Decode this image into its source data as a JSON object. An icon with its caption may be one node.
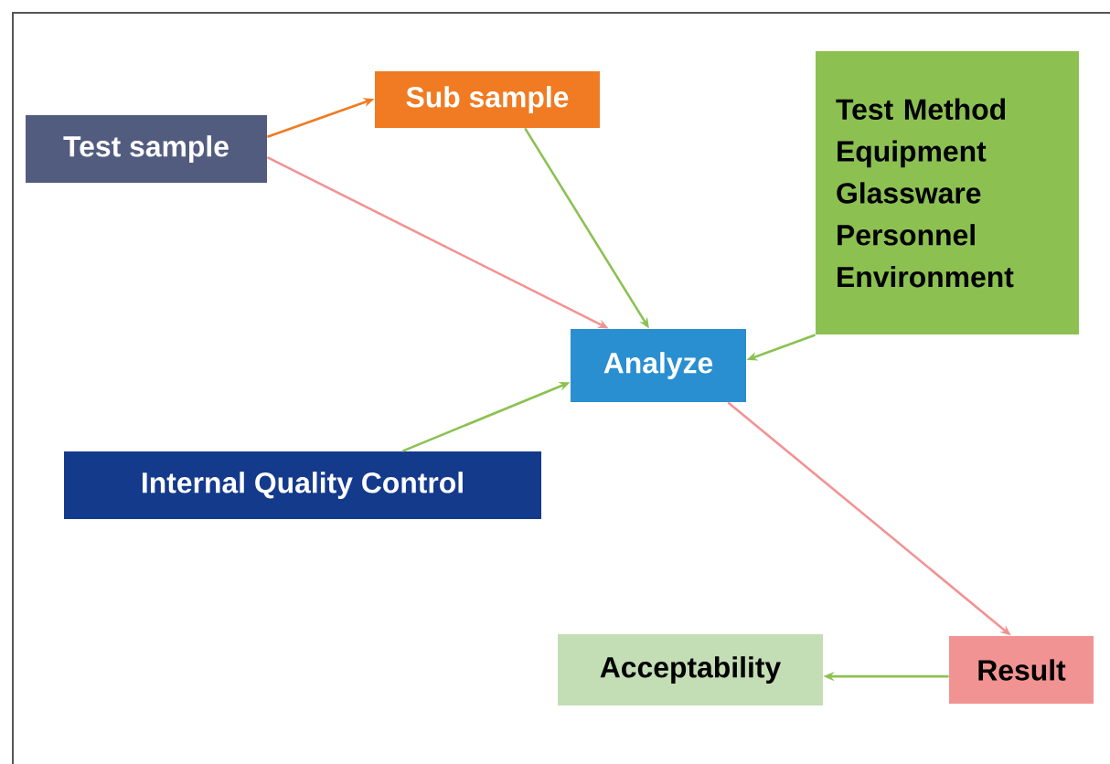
{
  "diagram": {
    "nodes": [
      {
        "text": [
          "Test sample"
        ]
      },
      {
        "text": [
          "Sub sample"
        ]
      },
      {
        "text": [
          "Test Method",
          "Equipment",
          "Glassware",
          "Personnel",
          "Environment"
        ]
      },
      {
        "text": [
          "Analyze"
        ]
      },
      {
        "text": [
          "Internal Quality Control"
        ]
      },
      {
        "text": [
          "Result"
        ]
      },
      {
        "text": [
          "Acceptability"
        ]
      }
    ],
    "edges": [
      {
        "from": 0,
        "to": 1,
        "arrow": "to",
        "color": "#f07b22"
      },
      {
        "from": 0,
        "to": 3,
        "arrow": "to",
        "color": "#f29393"
      },
      {
        "from": 1,
        "to": 3,
        "arrow": "to"
      },
      {
        "from": 2,
        "to": 3,
        "arrow": "to"
      },
      {
        "from": 4,
        "to": 3,
        "arrow": "to"
      },
      {
        "from": 3,
        "to": 5,
        "arrow": "to",
        "color": "#f29393"
      },
      {
        "from": 5,
        "to": 6,
        "arrow": "to"
      }
    ]
  }
}
